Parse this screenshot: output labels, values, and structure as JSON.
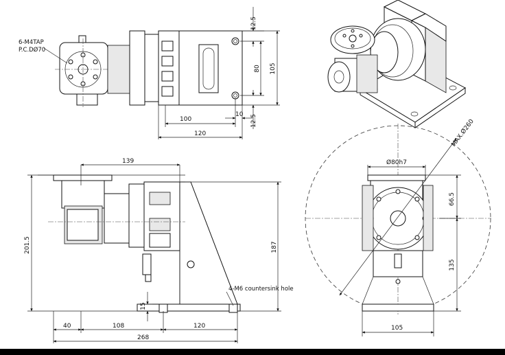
{
  "top_view": {
    "callout": {
      "line1": "6-M4TAP",
      "line2": "P.C.DØ70"
    },
    "dims": {
      "top_offset": "12.5",
      "inner_height": "80",
      "outer_height": "105",
      "bottom_offset": "12.5",
      "inner_width": "100",
      "edge": "10",
      "outer_width": "120"
    }
  },
  "front_view": {
    "dims": {
      "top_length": "139",
      "total_height": "201.5",
      "side_height": "187",
      "foot": "15",
      "seg1": "40",
      "seg2": "108",
      "seg3": "120",
      "total_length": "268"
    },
    "note": "4-M6 countersink hole"
  },
  "side_view": {
    "dims": {
      "diameter": "Ø80h7",
      "swing": "MAX.Ø260",
      "upper": "66.5",
      "lower": "135",
      "width": "105"
    }
  }
}
